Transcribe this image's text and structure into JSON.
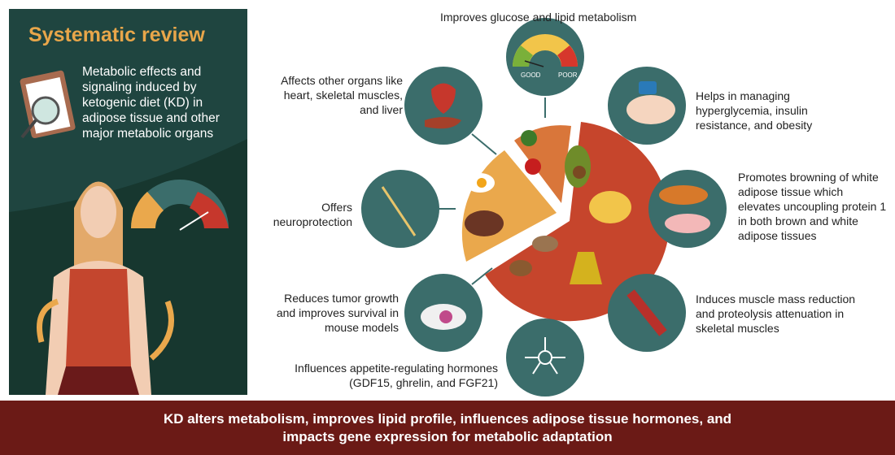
{
  "left_panel": {
    "title": "Systematic review",
    "subtitle": "Metabolic effects and signaling induced by ketogenic diet (KD) in adipose tissue and other major metabolic organs"
  },
  "gauge": {
    "good": "GOOD",
    "poor": "POOR"
  },
  "effects": [
    {
      "label": "Improves glucose and lipid metabolism",
      "icon": "gauge-icon"
    },
    {
      "label": "Affects other organs like heart, skeletal muscles, and liver",
      "icon": "heart-liver-icon"
    },
    {
      "label": "Helps in managing hyperglycemia, insulin resistance, and obesity",
      "icon": "glucose-meter-icon"
    },
    {
      "label": "Offers neuroprotection",
      "icon": "neuron-icon"
    },
    {
      "label": "Promotes browning of white adipose tissue which elevates uncoupling protein 1 in both brown and white adipose tissues",
      "icon": "adipose-tissue-icon"
    },
    {
      "label": "Reduces tumor growth and improves survival in mouse models",
      "icon": "mouse-icon"
    },
    {
      "label": "Induces muscle mass reduction and proteolysis attenuation in skeletal muscles",
      "icon": "muscle-icon"
    },
    {
      "label": "Influences appetite-regulating hormones (GDF15, ghrelin, and FGF21)",
      "icon": "network-icon"
    }
  ],
  "banner": "KD alters metabolism, improves lipid profile, influences adipose tissue hormones, and impacts gene expression for metabolic adaptation",
  "colors": {
    "panel": "#1f4540",
    "circle": "#3b6d6b",
    "title": "#e8a64a",
    "fat_slice": "#c6452c",
    "protein_slice": "#eaa84c",
    "veg_slice": "#d9763a",
    "banner": "#6b1a16"
  }
}
